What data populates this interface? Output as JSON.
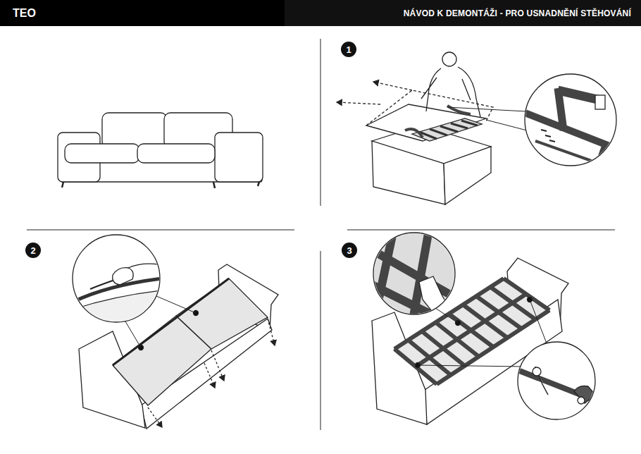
{
  "diagram": {
    "title": "NÁVOD K DEMONTÁŽI - PRO USNADNĚNÍ STĚHOVÁNÍ",
    "nodes": [
      {
        "text": [
          "1"
        ]
      },
      {
        "text": [
          "2"
        ]
      },
      {
        "text": [
          "3"
        ]
      }
    ],
    "labels": [
      "TEO"
    ]
  }
}
